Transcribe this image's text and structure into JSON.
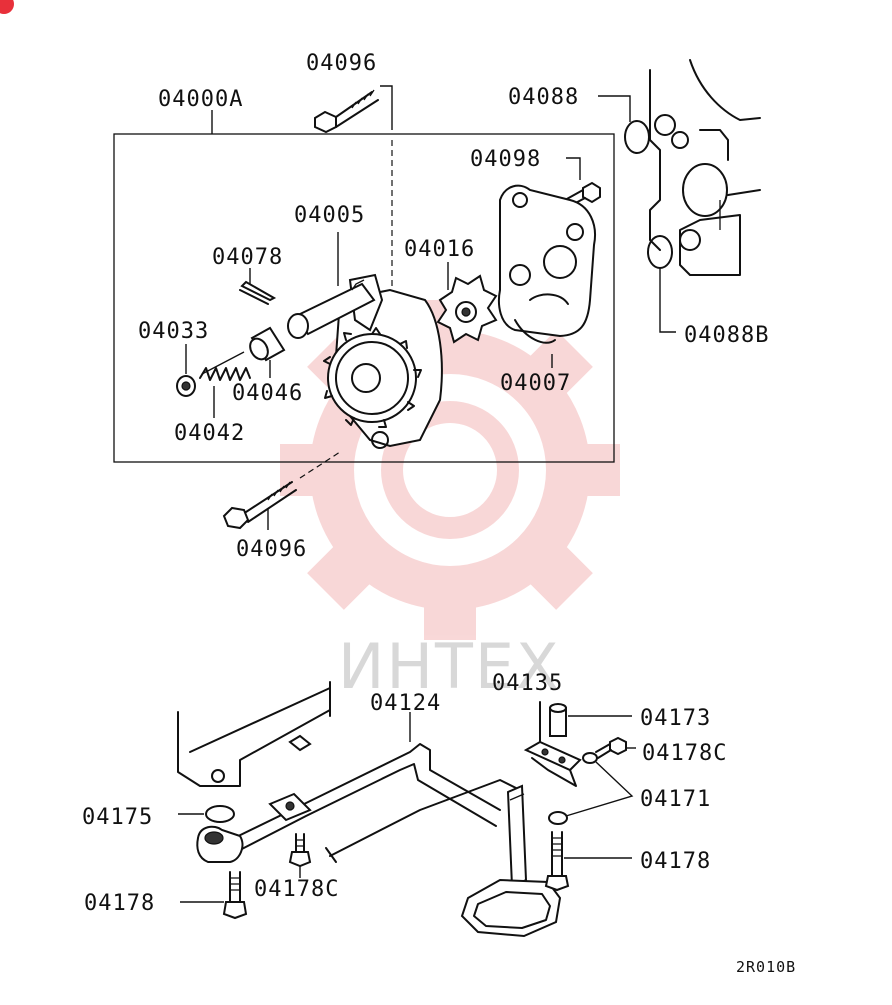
{
  "watermark": {
    "text": "ИНТЕХ",
    "color": "#f4b8b8"
  },
  "corner_badge": {
    "color": "#e8303a"
  },
  "labels": {
    "assembly": "04000A",
    "bolt_top": "04096",
    "gasket_top": "04088",
    "bolt_small": "04098",
    "housing": "04005",
    "rotor": "04016",
    "pin": "04078",
    "plug": "04033",
    "spring": "04042",
    "plunger": "04046",
    "cover": "04007",
    "gasket_bottom_right": "04088B",
    "bolt_bottom": "04096",
    "strainer": "04124",
    "bracket": "04135",
    "collar": "04173",
    "bolt_c_right": "04178C",
    "washer": "04171",
    "oring": "04175",
    "bolt_right": "04178",
    "bolt_left": "04178",
    "bolt_c_left": "04178C"
  },
  "reference_code": "2R010B"
}
